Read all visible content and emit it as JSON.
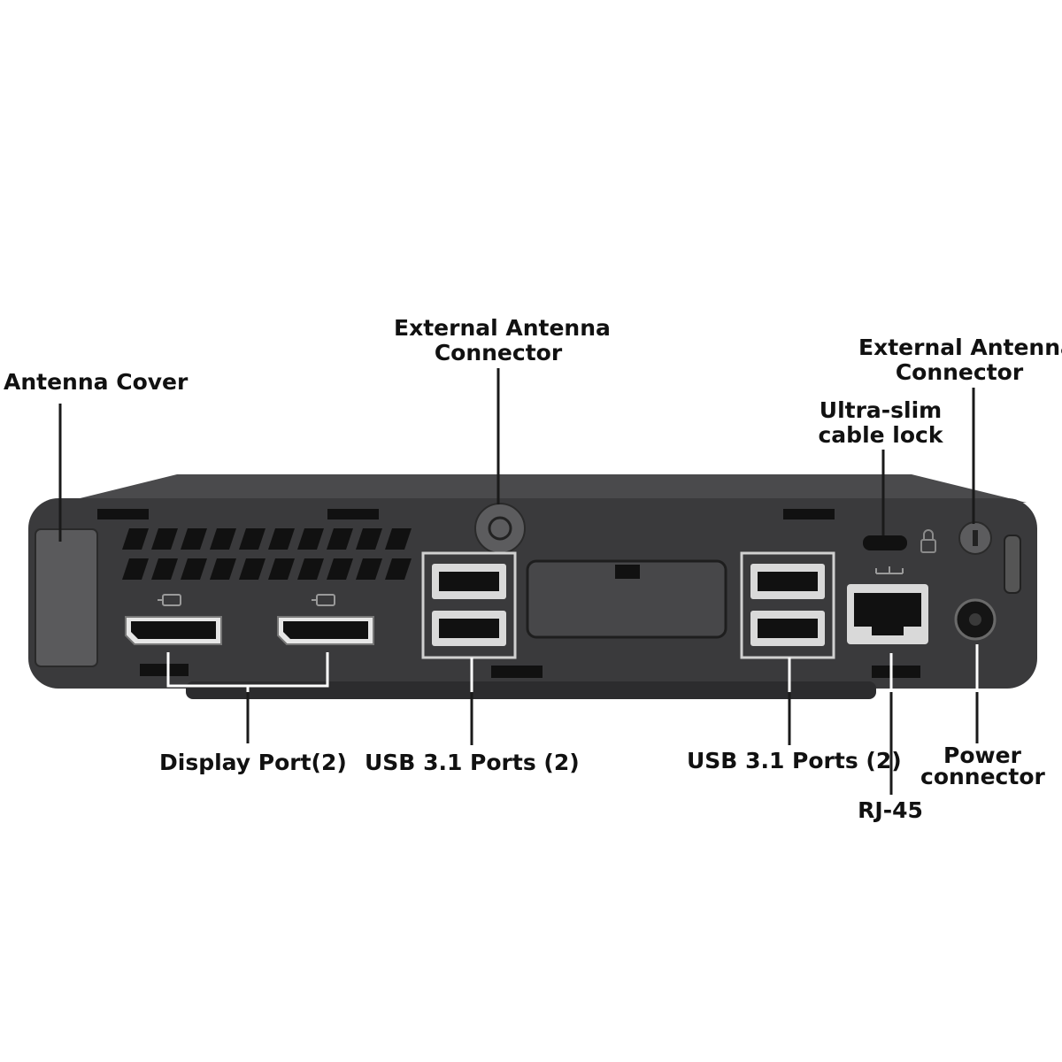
{
  "colors": {
    "background": "#ffffff",
    "chassis": "#3a3a3c",
    "chassis_top": "#4a4a4c",
    "port_black": "#111111",
    "port_silver": "#d9d9d9",
    "leader": "#1a1a1a"
  },
  "labels": {
    "antenna_cover": "Antenna Cover",
    "ext_antenna_left": [
      "External Antenna",
      "Connector"
    ],
    "ext_antenna_right": [
      "External Antenna",
      "Connector"
    ],
    "cable_lock": [
      "Ultra-slim",
      "cable lock"
    ],
    "display_port": "Display Port(2)",
    "usb_left": "USB 3.1 Ports (2)",
    "usb_right": "USB 3.1 Ports (2)",
    "rj45": "RJ-45",
    "power": [
      "Power",
      "connector"
    ]
  },
  "icons": [
    "displayport-icon",
    "lock-icon",
    "network-icon",
    "antenna-connector-icon"
  ]
}
